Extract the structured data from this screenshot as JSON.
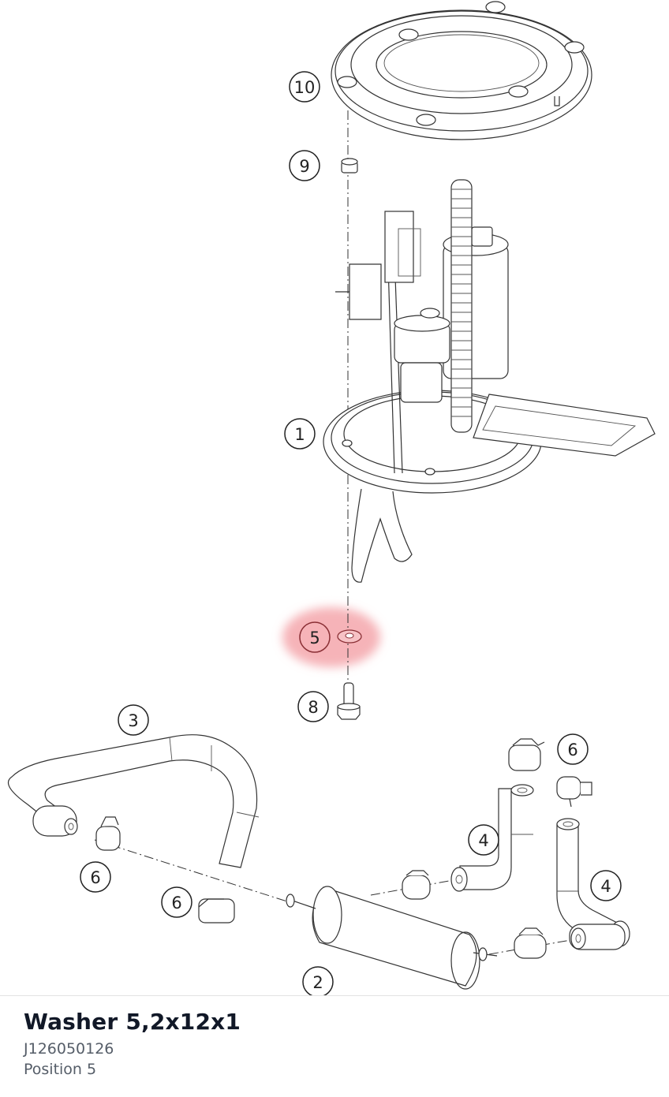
{
  "diagram": {
    "callouts": [
      {
        "label": "10"
      },
      {
        "label": "9"
      },
      {
        "label": "1"
      },
      {
        "label": "5"
      },
      {
        "label": "8"
      },
      {
        "label": "3"
      },
      {
        "label": "6"
      },
      {
        "label": "6"
      },
      {
        "label": "6"
      },
      {
        "label": "4"
      },
      {
        "label": "4"
      },
      {
        "label": "2"
      }
    ],
    "highlight": {
      "position": "5",
      "color": "#f4a0a6"
    }
  },
  "part": {
    "name": "Washer 5,2x12x1",
    "number": "J126050126",
    "position": "Position 5"
  }
}
